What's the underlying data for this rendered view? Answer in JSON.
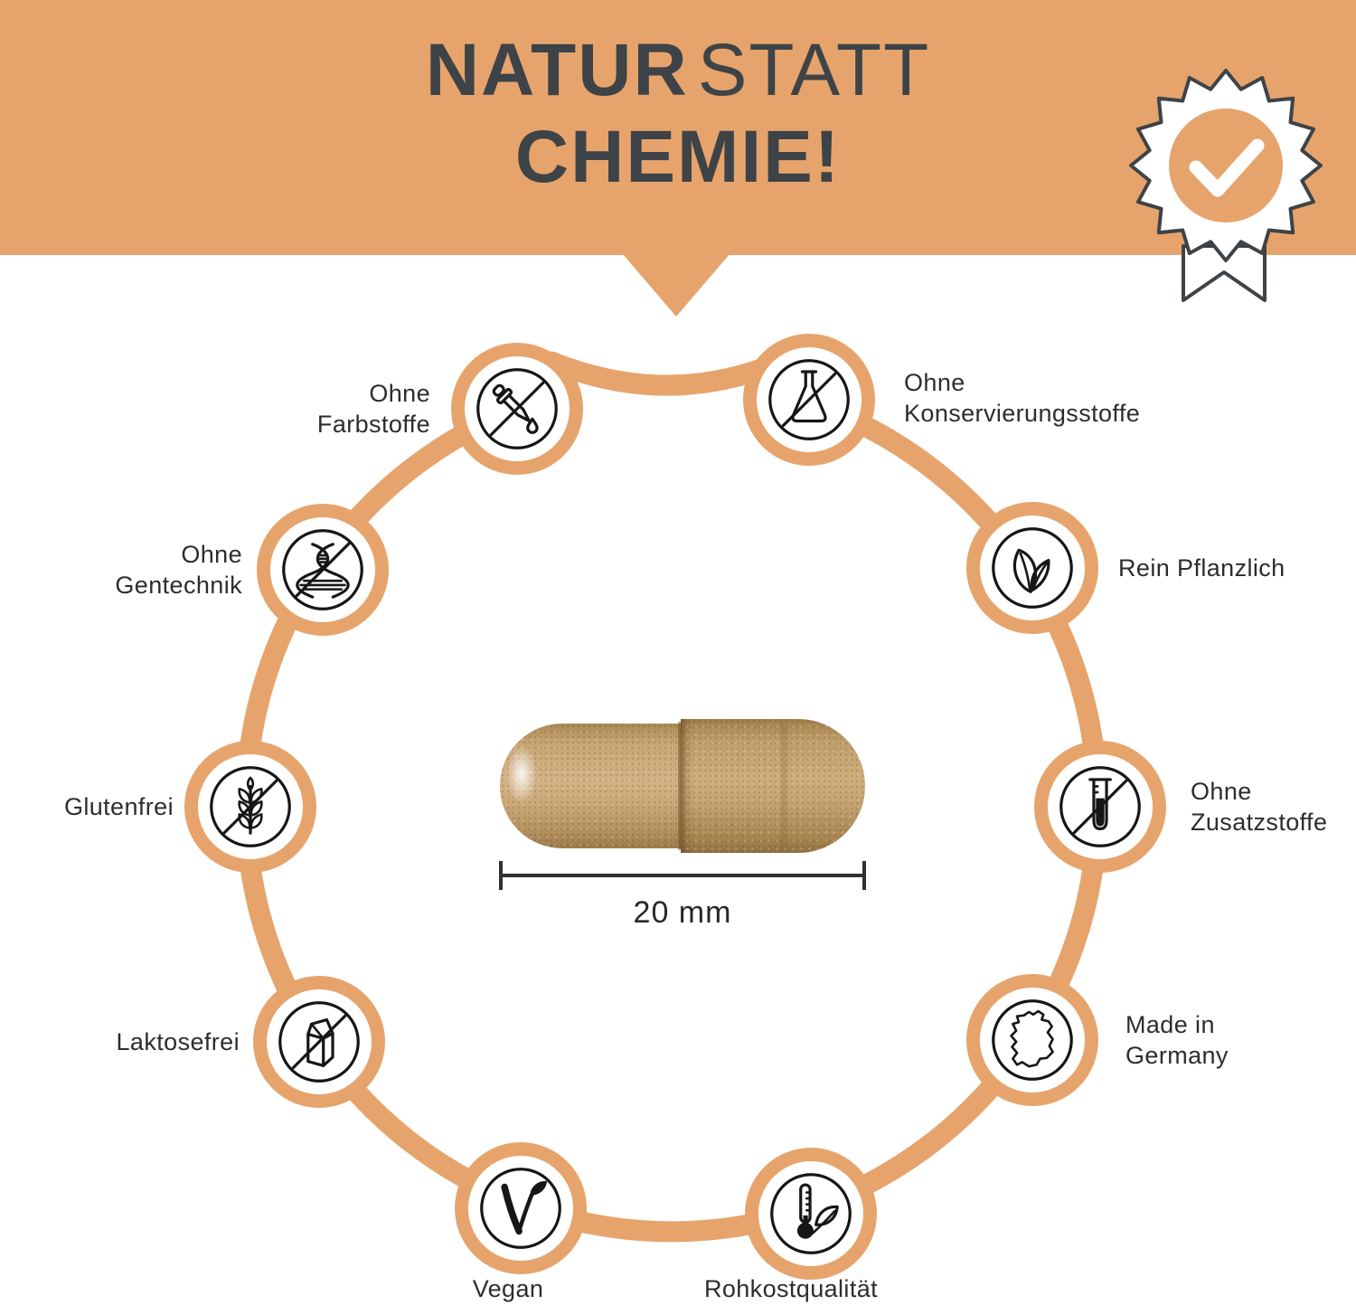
{
  "colors": {
    "accent": "#E6A46C",
    "title_text": "#3E4347",
    "label_text": "#2B2E30",
    "icon_stroke": "#161616",
    "capsule_body": "#CBA877",
    "capsule_cap": "#C09E6B",
    "background": "#FFFFFF"
  },
  "banner": {
    "line1_strong": "NATUR",
    "line1_rest": "STATT",
    "line2": "CHEMIE!",
    "badge_icon": "checkmark-seal"
  },
  "features": [
    {
      "id": "ohne-farbstoffe",
      "lines": [
        "Ohne",
        "Farbstoffe"
      ],
      "icon": "no-colorants-dropper"
    },
    {
      "id": "ohne-konservierungsstoffe",
      "lines": [
        "Ohne",
        "Konservierungsstoffe"
      ],
      "icon": "no-preservatives-flask"
    },
    {
      "id": "rein-pflanzlich",
      "lines": [
        "Rein Pflanzlich"
      ],
      "icon": "plant-leaves"
    },
    {
      "id": "ohne-zusatzstoffe",
      "lines": [
        "Ohne",
        "Zusatzstoffe"
      ],
      "icon": "no-additives-testtube"
    },
    {
      "id": "made-in-germany",
      "lines": [
        "Made in",
        "Germany"
      ],
      "icon": "germany-map"
    },
    {
      "id": "rohkostqualitaet",
      "lines": [
        "Rohkostqualität"
      ],
      "icon": "thermometer-leaf"
    },
    {
      "id": "vegan",
      "lines": [
        "Vegan"
      ],
      "icon": "vegan-v-leaf"
    },
    {
      "id": "laktosefrei",
      "lines": [
        "Laktosefrei"
      ],
      "icon": "no-milk-carton"
    },
    {
      "id": "glutenfrei",
      "lines": [
        "Glutenfrei"
      ],
      "icon": "no-gluten-wheat"
    },
    {
      "id": "ohne-gentechnik",
      "lines": [
        "Ohne",
        "Gentechnik"
      ],
      "icon": "no-gmo-dna"
    }
  ],
  "capsule": {
    "measurement": "20 mm"
  }
}
